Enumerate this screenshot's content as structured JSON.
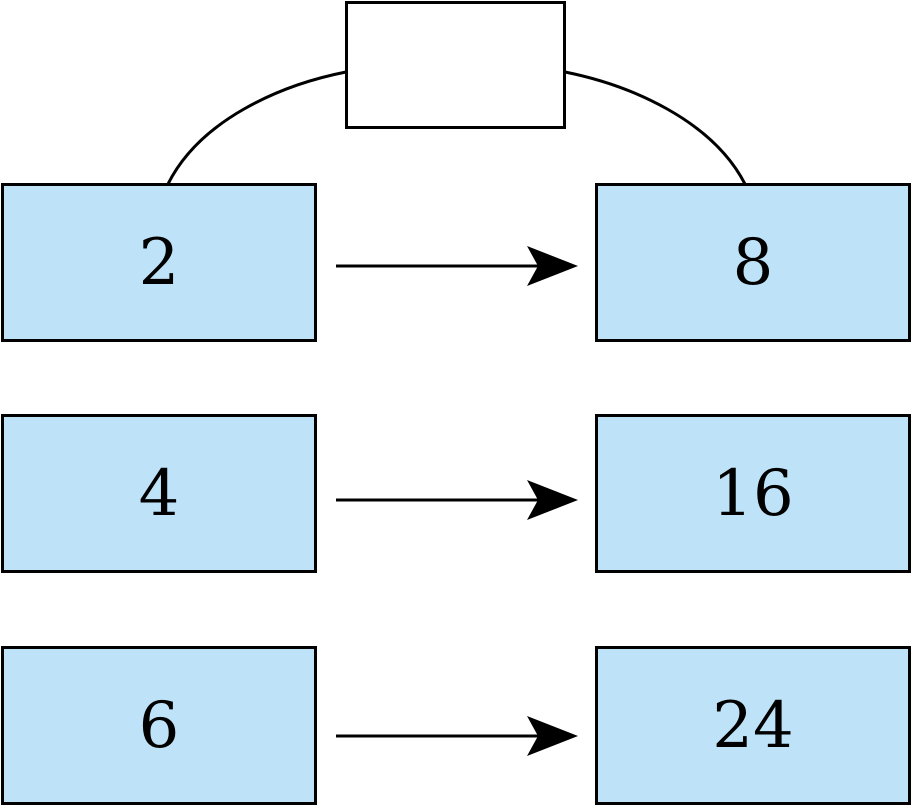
{
  "diagram": {
    "rule_box_label": "",
    "rows": [
      {
        "input": "2",
        "output": "8"
      },
      {
        "input": "4",
        "output": "16"
      },
      {
        "input": "6",
        "output": "24"
      }
    ]
  },
  "colors": {
    "box_fill": "#bee3f8",
    "stroke": "#000000",
    "background": "#ffffff"
  }
}
